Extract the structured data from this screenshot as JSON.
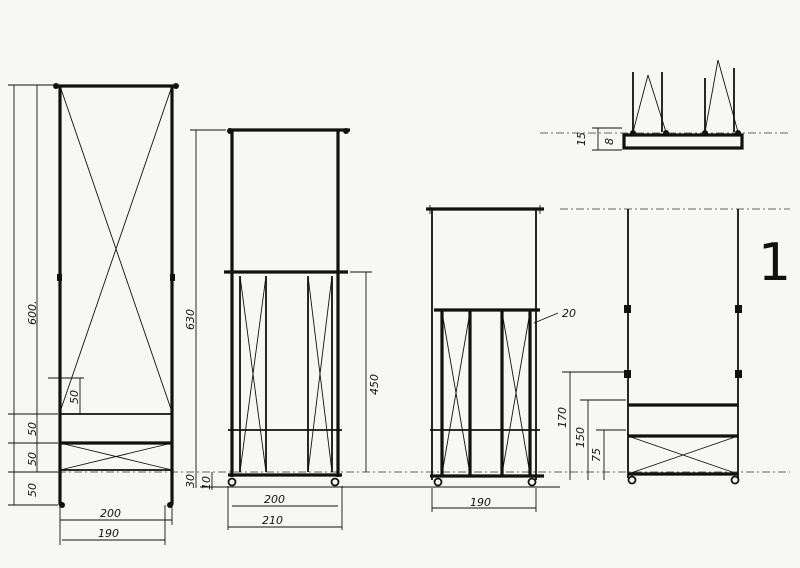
{
  "sheet": {
    "number": "1"
  },
  "colors": {
    "ink": "#111111",
    "paper": "#f7f7f5"
  },
  "views": {
    "view1": {
      "dims": {
        "h600": "600.",
        "h50_inner": "50",
        "h50_a": "50",
        "h50_b": "50",
        "h50_c": "50",
        "w200": "200",
        "w190": "190"
      }
    },
    "view2": {
      "dims": {
        "h630": "630",
        "h450": "450",
        "h30": "30",
        "h10": "10",
        "w200": "200",
        "w210": "210"
      }
    },
    "view3": {
      "dims": {
        "note_20": "20",
        "w190": "190"
      }
    },
    "view4": {
      "dims": {
        "h15": "15",
        "h8": "8",
        "h170": "170",
        "h150": "150",
        "h75": "75"
      }
    }
  }
}
